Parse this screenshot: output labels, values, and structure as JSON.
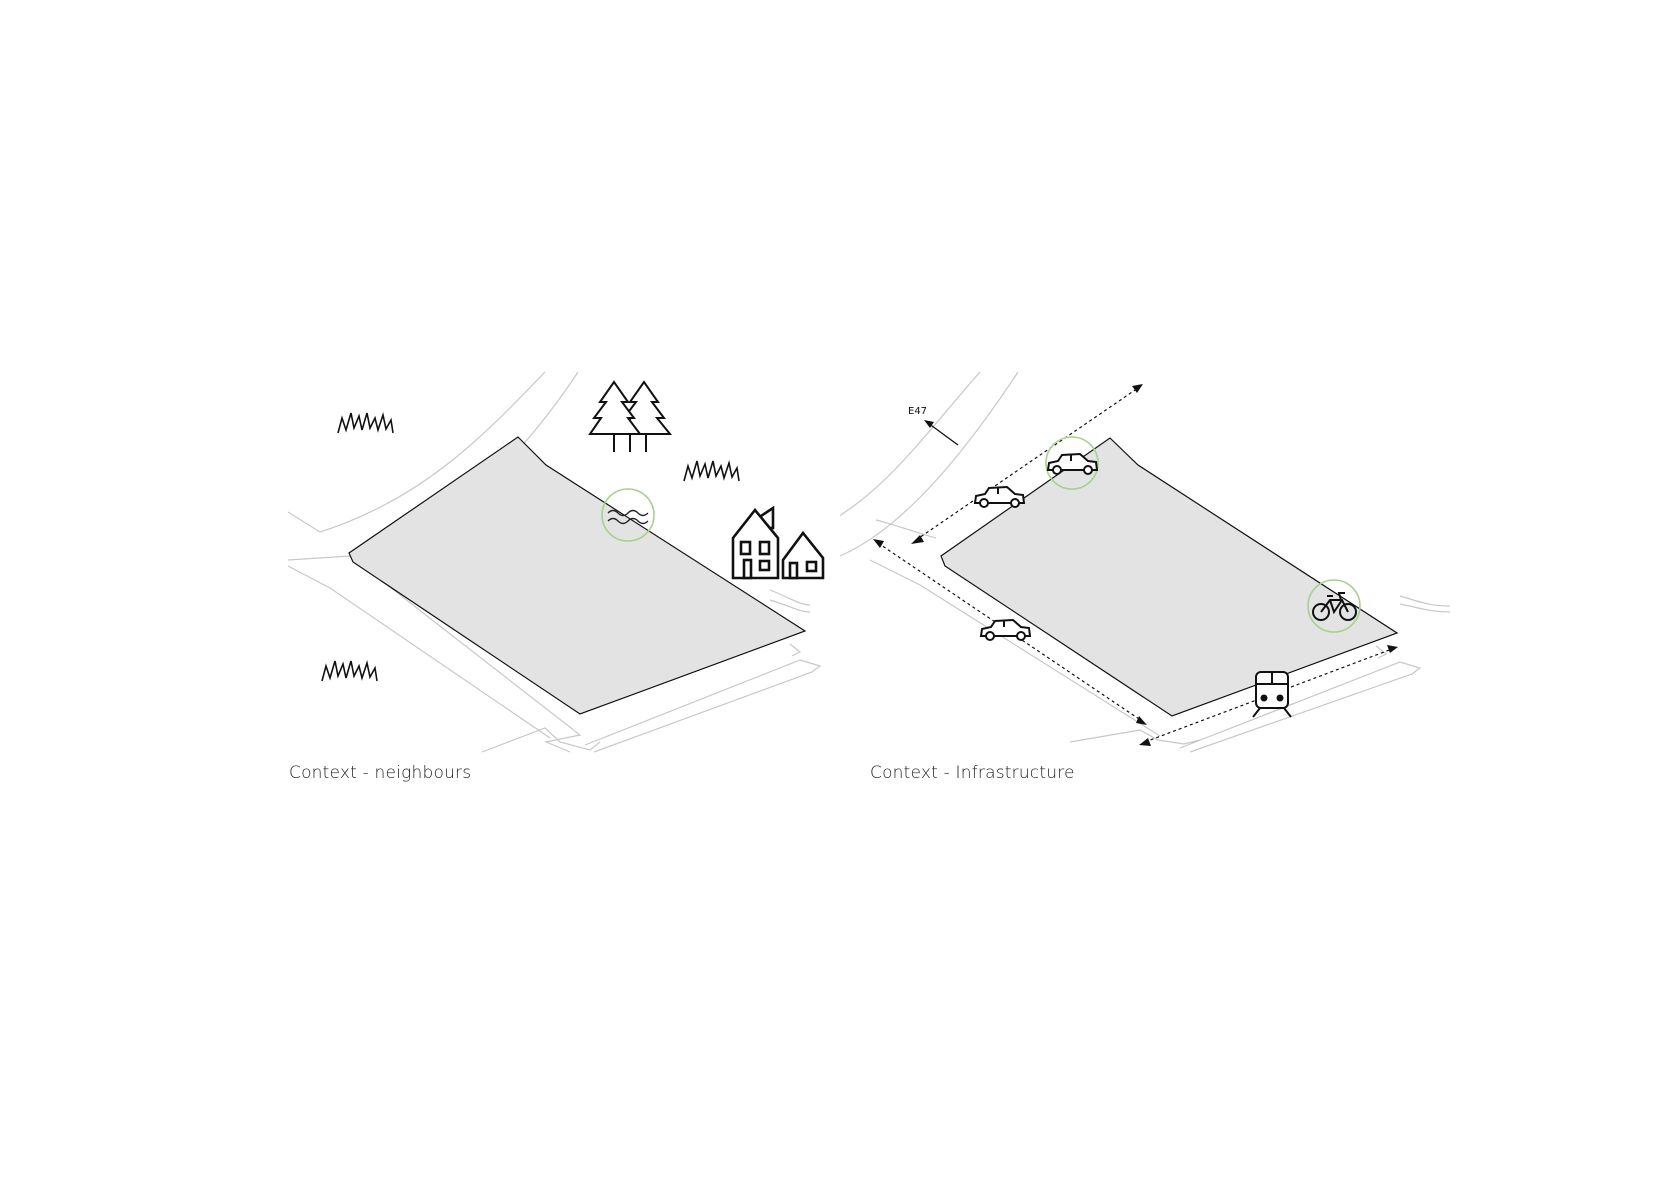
{
  "colors": {
    "site_fill": "#e3e3e3",
    "line_dark": "#111111",
    "line_light": "#c8c8c8",
    "highlight_green": "#a6d18c"
  },
  "panels": [
    {
      "caption": "Context - neighbours",
      "icons": [
        "grass-icon",
        "grass-icon",
        "grass-icon",
        "pine-trees-icon",
        "houses-icon",
        "water-icon"
      ]
    },
    {
      "caption": "Context - Infrastructure",
      "road_label": "E47",
      "icons": [
        "car-icon",
        "car-icon",
        "car-icon",
        "bicycle-icon",
        "train-icon"
      ]
    }
  ]
}
